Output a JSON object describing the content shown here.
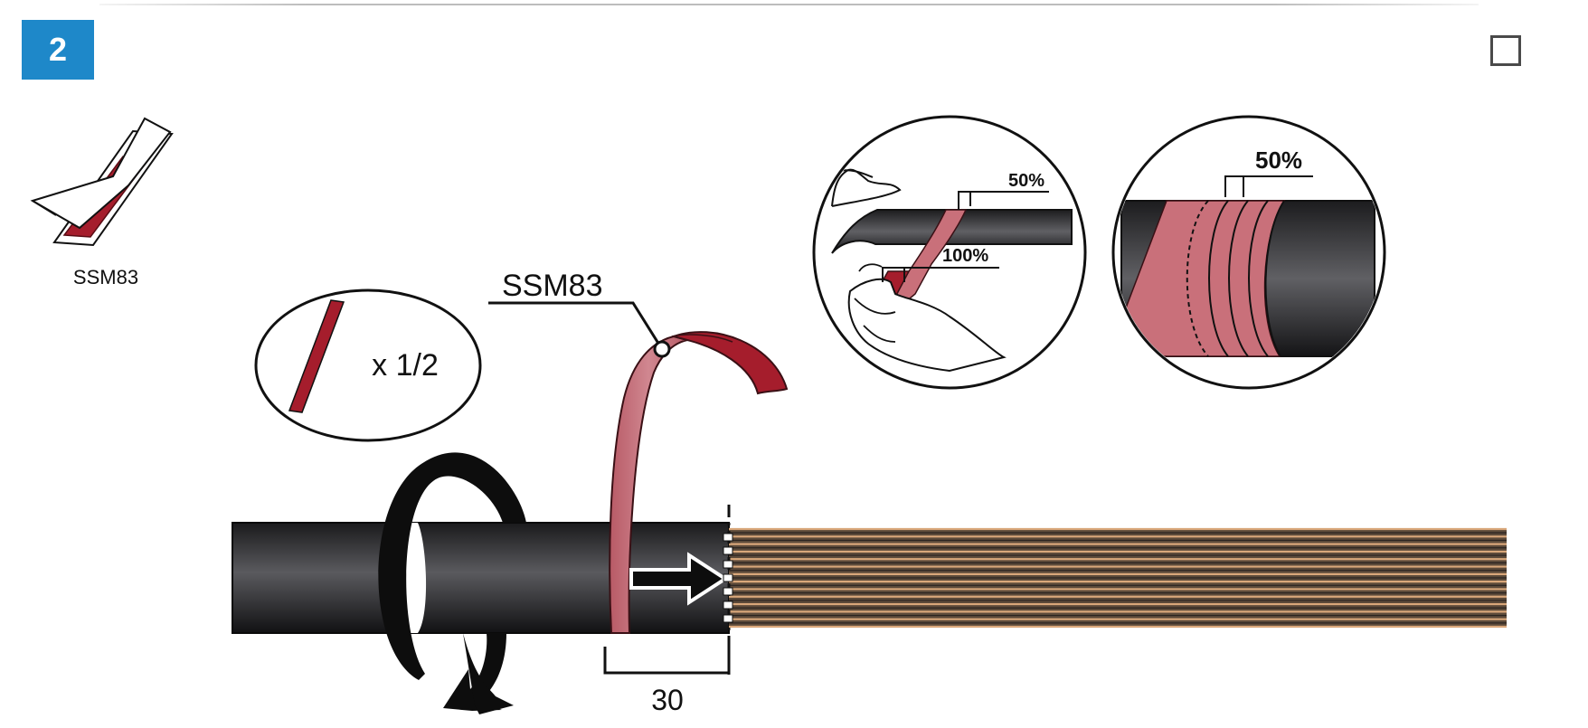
{
  "step": {
    "number": "2"
  },
  "tape_package": {
    "label": "SSM83"
  },
  "quantity_callout": {
    "text": "x 1/2"
  },
  "tape_callout": {
    "label": "SSM83"
  },
  "dimension": {
    "value": "30"
  },
  "detail_overlap_start": {
    "overlap_label": "50%",
    "stretch_label": "100%"
  },
  "detail_overlap_result": {
    "overlap_label": "50%"
  },
  "colors": {
    "badge": "#1e88c9",
    "tape": "#c9707a",
    "tape_dark": "#a51d2c",
    "cable": "#2b2b2d",
    "conductor": "#d9a77a"
  },
  "icons": [
    "checkbox-icon",
    "rotation-arrow-icon",
    "direction-arrow-icon"
  ]
}
